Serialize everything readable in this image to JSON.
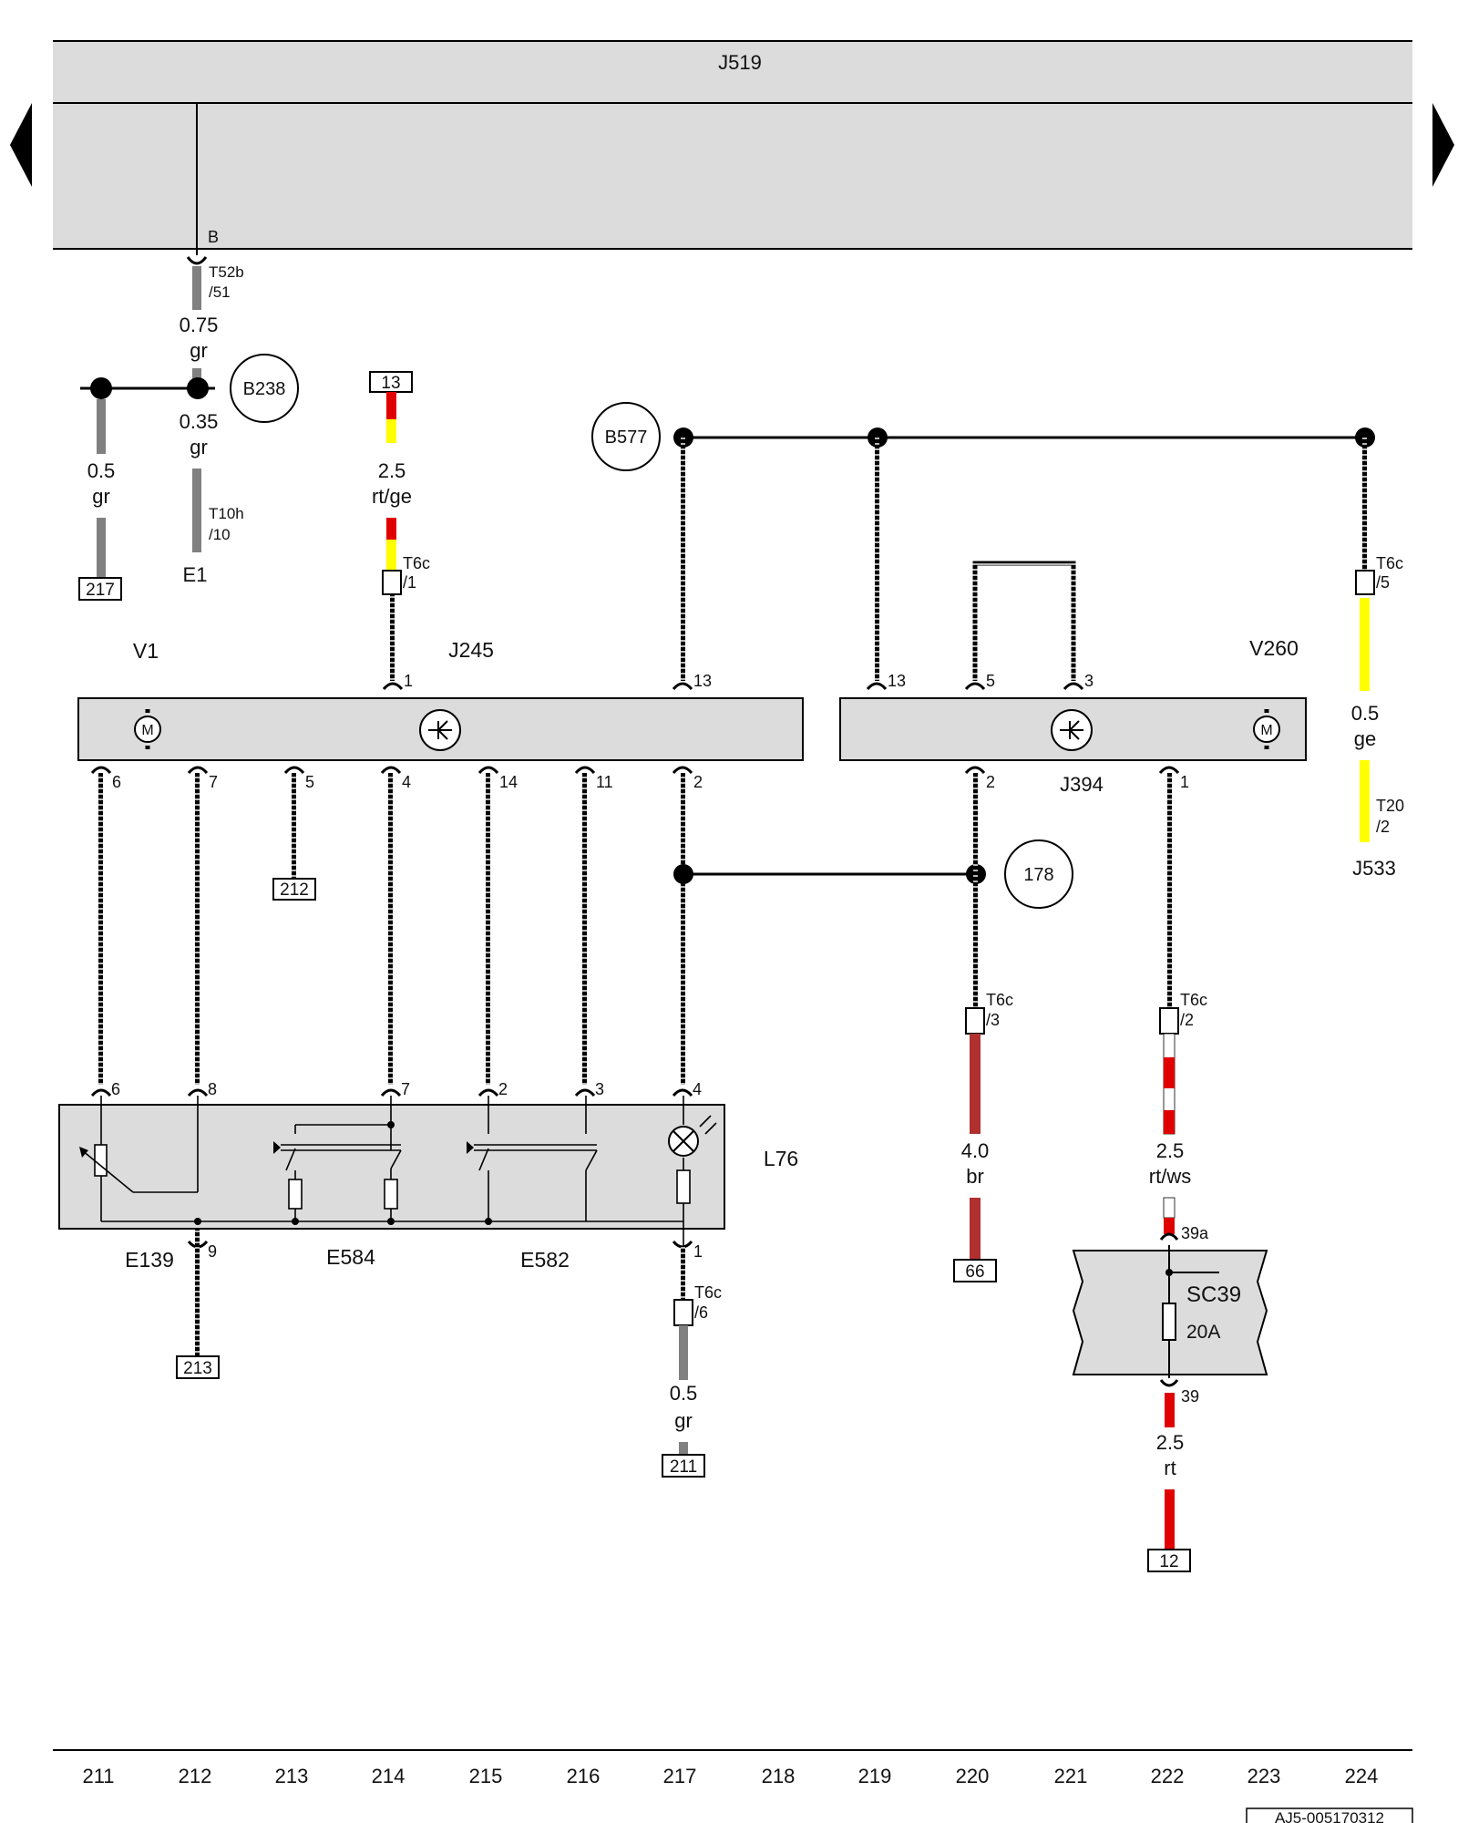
{
  "control_unit_label": "J519",
  "modules": {
    "j245": "J245",
    "v1": "V1",
    "v260": "V260",
    "j394": "J394",
    "e1": "E1",
    "j533": "J533",
    "l76": "L76",
    "e139": "E139",
    "e584": "E584",
    "e582": "E582",
    "sc39": "SC39",
    "sc39_rating": "20A"
  },
  "nodes": {
    "b238": "B238",
    "b577": "B577",
    "n178": "178"
  },
  "connectors": {
    "b_pin": "B",
    "t52b": "T52b",
    "t52b_pin": "/51",
    "t10h": "T10h",
    "t10h_pin": "/10",
    "t6c": "T6c",
    "t6c_1": "/1",
    "t6c_2": "/2",
    "t6c_3": "/3",
    "t6c_5": "/5",
    "t6c_6": "/6",
    "t20": "T20",
    "t20_pin": "/2",
    "p39a": "39a",
    "p39": "39"
  },
  "pins": {
    "j245_top_1": "1",
    "j245_top_13": "13",
    "j245_b6": "6",
    "j245_b7": "7",
    "j245_b5": "5",
    "j245_b4": "4",
    "j245_b14": "14",
    "j245_b11": "11",
    "j245_b2": "2",
    "j394_13": "13",
    "j394_5": "5",
    "j394_3": "3",
    "j394_b2": "2",
    "j394_b1": "1",
    "l76_6": "6",
    "l76_8": "8",
    "l76_7": "7",
    "l76_2": "2",
    "l76_3": "3",
    "l76_4": "4",
    "l76_9": "9",
    "l76_1": "1"
  },
  "wires": {
    "w075_size": "0.75",
    "w075_color": "gr",
    "w035_size": "0.35",
    "w035_color": "gr",
    "w05l_size": "0.5",
    "w05l_color": "gr",
    "w25rtge_size": "2.5",
    "w25rtge_color": "rt/ge",
    "w05ge_size": "0.5",
    "w05ge_color": "ge",
    "w40_size": "4.0",
    "w40_color": "br",
    "w25rtws_size": "2.5",
    "w25rtws_color": "rt/ws",
    "w05gr_size": "0.5",
    "w05gr_color": "gr",
    "w25rt_size": "2.5",
    "w25rt_color": "rt"
  },
  "refs": {
    "r217": "217",
    "r13": "13",
    "r212": "212",
    "r213": "213",
    "r211": "211",
    "r66": "66",
    "r12": "12"
  },
  "scale": [
    "211",
    "212",
    "213",
    "214",
    "215",
    "216",
    "217",
    "218",
    "219",
    "220",
    "221",
    "222",
    "223",
    "224"
  ],
  "footer_code": "AJ5-005170312",
  "colors": {
    "gr": "#808080",
    "rt": "#e00000",
    "ge": "#ffff00",
    "br": "#b03030",
    "ws": "#ffffff",
    "box_fill": "#dcdcdc"
  }
}
